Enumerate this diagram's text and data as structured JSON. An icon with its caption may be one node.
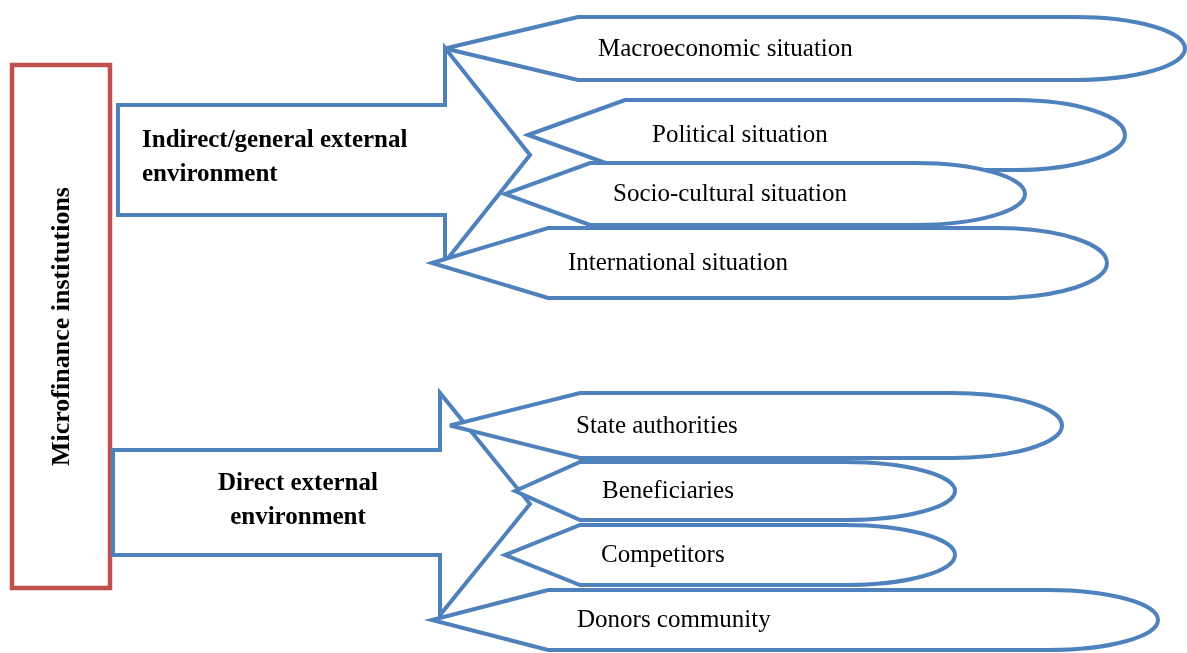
{
  "diagram": {
    "nodes": [
      {
        "text": [
          "Microfinance institutions"
        ]
      },
      {
        "text": [
          "Indirect/general external environment"
        ]
      },
      {
        "text": [
          "Macroeconomic situation"
        ]
      },
      {
        "text": [
          "Political situation"
        ]
      },
      {
        "text": [
          "Socio-cultural situation"
        ]
      },
      {
        "text": [
          "International situation"
        ]
      },
      {
        "text": [
          "Direct external environment"
        ]
      },
      {
        "text": [
          "State authorities"
        ]
      },
      {
        "text": [
          "Beneficiaries"
        ]
      },
      {
        "text": [
          "Competitors"
        ]
      },
      {
        "text": [
          "Donors community"
        ]
      }
    ]
  }
}
